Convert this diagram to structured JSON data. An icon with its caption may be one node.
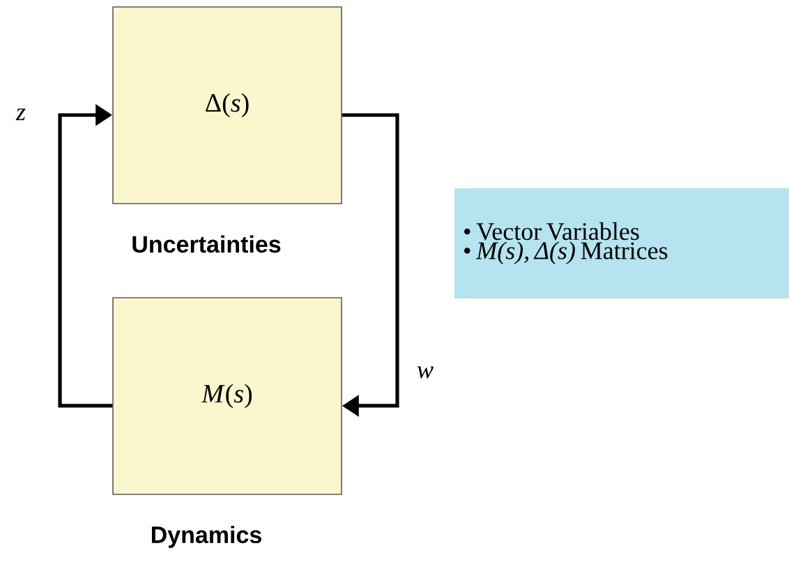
{
  "diagram": {
    "nodes": [
      {
        "text": [
          "Δ(*s*)"
        ],
        "beside": [
          "Uncertainties"
        ]
      },
      {
        "text": [
          "*M*(*s*)"
        ],
        "beside": [
          "Dynamics"
        ]
      },
      {
        "text": [
          "• Vector Variables",
          "• *M(s), Δ(s)* Matrices"
        ]
      }
    ],
    "edges": [
      {
        "from": 0,
        "to": 1,
        "arrow": "to",
        "label": "*w*"
      },
      {
        "from": 1,
        "to": 0,
        "arrow": "to",
        "label": "*z*"
      }
    ]
  }
}
